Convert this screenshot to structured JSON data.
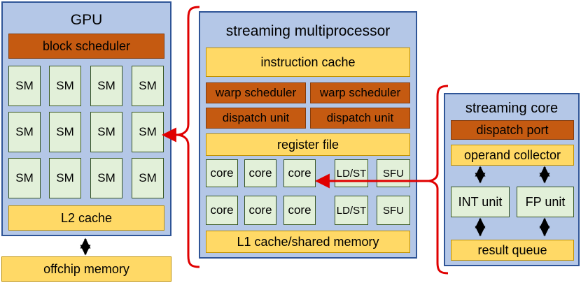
{
  "gpu": {
    "title": "GPU",
    "block_scheduler": "block scheduler",
    "sm_label": "SM",
    "l2_cache": "L2 cache"
  },
  "offchip_memory": "offchip memory",
  "sm_detail": {
    "title": "streaming multiprocessor",
    "instruction_cache": "instruction cache",
    "warp_scheduler": "warp scheduler",
    "dispatch_unit": "dispatch unit",
    "register_file": "register file",
    "core": "core",
    "ldst": "LD/ST",
    "sfu": "SFU",
    "l1_cache": "L1 cache/shared memory"
  },
  "streaming_core": {
    "title": "streaming core",
    "dispatch_port": "dispatch port",
    "operand_collector": "operand collector",
    "int_unit": "INT unit",
    "fp_unit": "FP unit",
    "result_queue": "result queue"
  },
  "colors": {
    "panel_fill": "#b4c7e7",
    "panel_border": "#2f5597",
    "yellow": "#ffd966",
    "brown": "#c55a11",
    "green": "#e2f0d9",
    "arrow_red": "#e00000"
  }
}
